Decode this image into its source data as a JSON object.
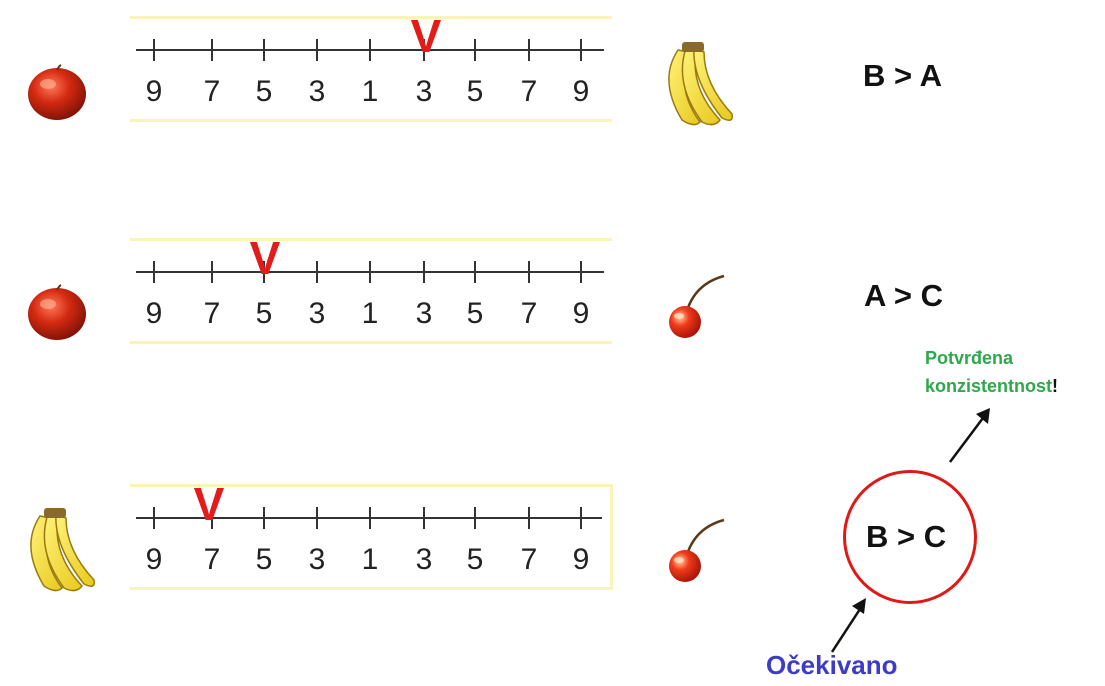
{
  "scale_numbers": [
    "9",
    "7",
    "5",
    "3",
    "1",
    "3",
    "5",
    "7",
    "9"
  ],
  "mark_symbol": "V",
  "comparisons": [
    {
      "left_fruit": "apple-icon",
      "right_fruit": "banana-icon",
      "marked_position": "3 (right side)",
      "relation": "B > A"
    },
    {
      "left_fruit": "apple-icon",
      "right_fruit": "cherry-icon",
      "marked_position": "5 (left side)",
      "relation": "A > C"
    },
    {
      "left_fruit": "banana-icon",
      "right_fruit": "cherry-icon",
      "marked_position": "7 (left side)",
      "relation": "B > C"
    }
  ],
  "notes": {
    "confirmed_line1": "Potvrđena",
    "confirmed_line2": "konzistentnost",
    "exclamation": "!",
    "expected": "Očekivano"
  },
  "colors": {
    "mark": "#e31b1b",
    "circle": "#e01818",
    "confirmed_text": "#2ea84a",
    "expected_text": "#3c3cc8",
    "scale_frame": "#fbf4b8"
  }
}
